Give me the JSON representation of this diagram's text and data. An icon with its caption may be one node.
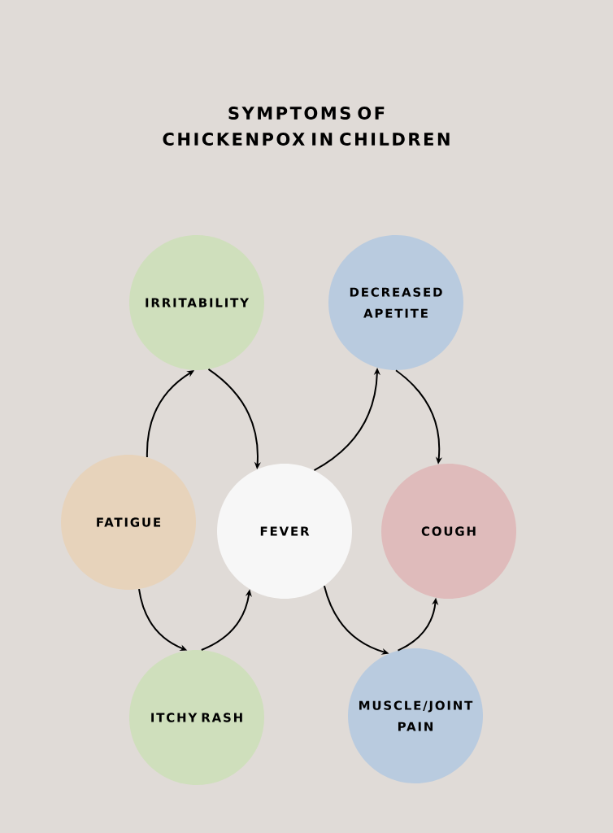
{
  "diagram": {
    "title": "SYMPTOMS OF CHICKENPOX IN CHILDREN",
    "nodes": [
      {
        "text": [
          "IRRITABILITY"
        ]
      },
      {
        "text": [
          "DECREASED APETITE"
        ]
      },
      {
        "text": [
          "FATIGUE"
        ]
      },
      {
        "text": [
          "FEVER"
        ]
      },
      {
        "text": [
          "COUGH"
        ]
      },
      {
        "text": [
          "ITCHY RASH"
        ]
      },
      {
        "text": [
          "MUSCLE/JOINT PAIN"
        ]
      }
    ],
    "edges": [
      {
        "from": 2,
        "to": 0,
        "arrow": "to"
      },
      {
        "from": 0,
        "to": 3,
        "arrow": "to"
      },
      {
        "from": 3,
        "to": 1,
        "arrow": "to"
      },
      {
        "from": 1,
        "to": 4,
        "arrow": "to"
      },
      {
        "from": 2,
        "to": 5,
        "arrow": "to"
      },
      {
        "from": 5,
        "to": 3,
        "arrow": "to"
      },
      {
        "from": 3,
        "to": 6,
        "arrow": "to"
      },
      {
        "from": 6,
        "to": 4,
        "arrow": "to"
      }
    ]
  }
}
